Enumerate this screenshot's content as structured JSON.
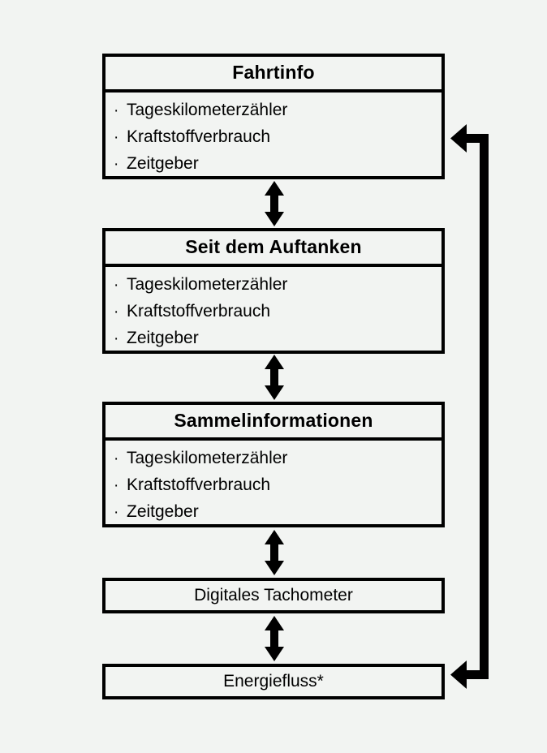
{
  "diagram": {
    "title": "Fahrtinfo",
    "background_color": "#f2f4f2",
    "line_color": "#000000",
    "nodes": [
      {
        "id": "fahrtinfo",
        "header": "Fahrtinfo",
        "items": [
          "Tageskilometerzähler",
          "Kraftstoffverbrauch",
          "Zeitgeber"
        ]
      },
      {
        "id": "seit-auftanken",
        "header": "Seit dem Auftanken",
        "items": [
          "Tageskilometerzähler",
          "Kraftstoffverbrauch",
          "Zeitgeber"
        ]
      },
      {
        "id": "sammelinformationen",
        "header": "Sammelinformationen",
        "items": [
          "Tageskilometerzähler",
          "Kraftstoffverbrauch",
          "Zeitgeber"
        ]
      },
      {
        "id": "digitales-tachometer",
        "label": "Digitales Tachometer"
      },
      {
        "id": "energiefluss",
        "label": "Energiefluss*"
      }
    ],
    "bullet_glyph": "·",
    "connectors": [
      {
        "id": "conn-1",
        "type": "double-arrow-vertical",
        "from": "fahrtinfo",
        "to": "seit-auftanken"
      },
      {
        "id": "conn-2",
        "type": "double-arrow-vertical",
        "from": "seit-auftanken",
        "to": "sammelinformationen"
      },
      {
        "id": "conn-3",
        "type": "double-arrow-vertical",
        "from": "sammelinformationen",
        "to": "digitales-tachometer"
      },
      {
        "id": "conn-4",
        "type": "double-arrow-vertical",
        "from": "digitales-tachometer",
        "to": "energiefluss"
      },
      {
        "id": "feedback-loop",
        "type": "loop-back-arrow",
        "from": "energiefluss",
        "to": "fahrtinfo",
        "arrowheads": "both-left"
      }
    ]
  }
}
